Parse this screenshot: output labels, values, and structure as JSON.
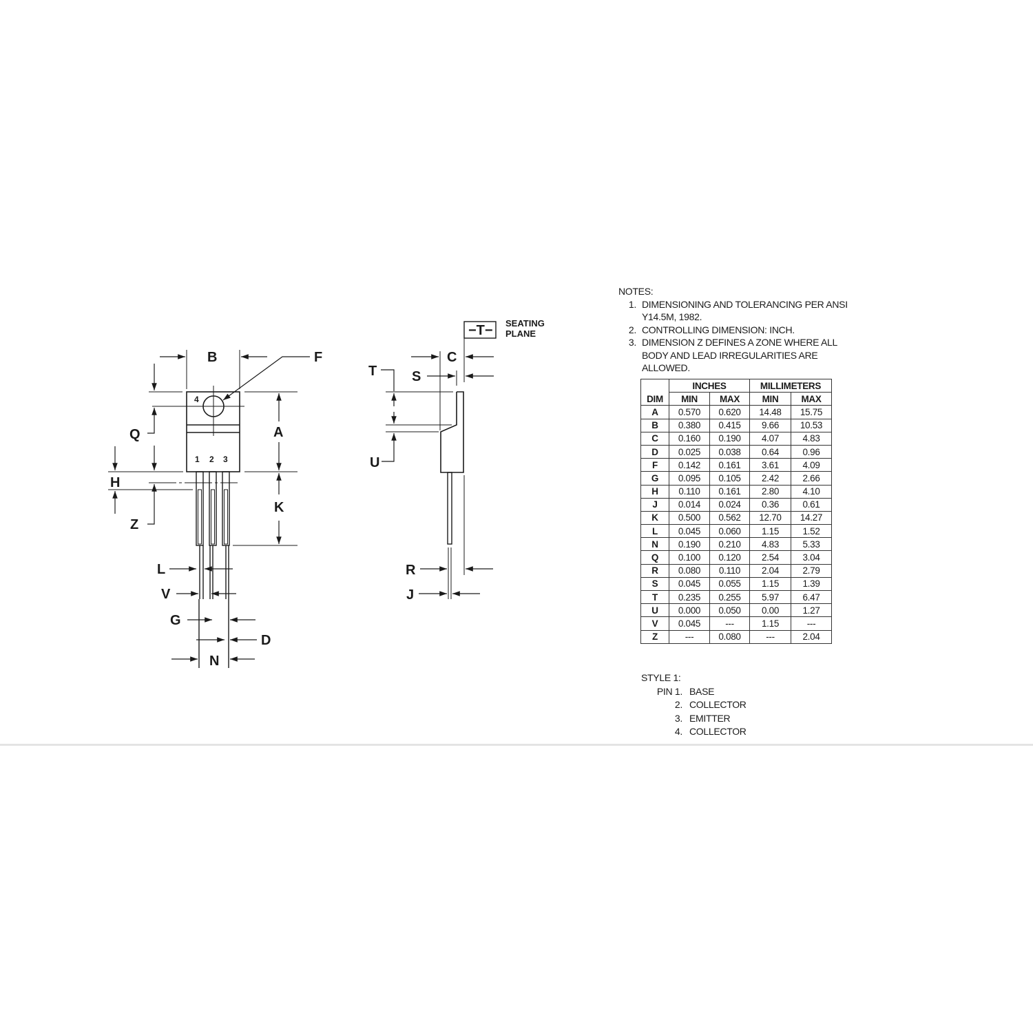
{
  "front_view": {
    "labels": {
      "B": "B",
      "F": "F",
      "Q": "Q",
      "A": "A",
      "H": "H",
      "Z": "Z",
      "K": "K",
      "L": "L",
      "V": "V",
      "G": "G",
      "D": "D",
      "N": "N"
    },
    "tab_pin_label": "4",
    "pin_labels": [
      "1",
      "2",
      "3"
    ]
  },
  "side_view": {
    "labels": {
      "C": "C",
      "S": "S",
      "T": "T",
      "U": "U",
      "R": "R",
      "J": "J"
    },
    "datum_label": "−T−",
    "seating_plane_line1": "SEATING",
    "seating_plane_line2": "PLANE"
  },
  "notes": {
    "title": "NOTES:",
    "items": [
      {
        "num": "1.",
        "lines": [
          "DIMENSIONING AND TOLERANCING PER ANSI",
          "Y14.5M, 1982."
        ]
      },
      {
        "num": "2.",
        "lines": [
          "CONTROLLING DIMENSION: INCH."
        ]
      },
      {
        "num": "3.",
        "lines": [
          "DIMENSION Z DEFINES A ZONE WHERE ALL",
          "BODY AND LEAD IRREGULARITIES ARE",
          "ALLOWED."
        ]
      }
    ]
  },
  "table": {
    "group_headers": {
      "inches": "INCHES",
      "millimeters": "MILLIMETERS"
    },
    "columns": [
      "DIM",
      "MIN",
      "MAX",
      "MIN",
      "MAX"
    ],
    "rows": [
      [
        "A",
        "0.570",
        "0.620",
        "14.48",
        "15.75"
      ],
      [
        "B",
        "0.380",
        "0.415",
        "9.66",
        "10.53"
      ],
      [
        "C",
        "0.160",
        "0.190",
        "4.07",
        "4.83"
      ],
      [
        "D",
        "0.025",
        "0.038",
        "0.64",
        "0.96"
      ],
      [
        "F",
        "0.142",
        "0.161",
        "3.61",
        "4.09"
      ],
      [
        "G",
        "0.095",
        "0.105",
        "2.42",
        "2.66"
      ],
      [
        "H",
        "0.110",
        "0.161",
        "2.80",
        "4.10"
      ],
      [
        "J",
        "0.014",
        "0.024",
        "0.36",
        "0.61"
      ],
      [
        "K",
        "0.500",
        "0.562",
        "12.70",
        "14.27"
      ],
      [
        "L",
        "0.045",
        "0.060",
        "1.15",
        "1.52"
      ],
      [
        "N",
        "0.190",
        "0.210",
        "4.83",
        "5.33"
      ],
      [
        "Q",
        "0.100",
        "0.120",
        "2.54",
        "3.04"
      ],
      [
        "R",
        "0.080",
        "0.110",
        "2.04",
        "2.79"
      ],
      [
        "S",
        "0.045",
        "0.055",
        "1.15",
        "1.39"
      ],
      [
        "T",
        "0.235",
        "0.255",
        "5.97",
        "6.47"
      ],
      [
        "U",
        "0.000",
        "0.050",
        "0.00",
        "1.27"
      ],
      [
        "V",
        "0.045",
        "---",
        "1.15",
        "---"
      ],
      [
        "Z",
        "---",
        "0.080",
        "---",
        "2.04"
      ]
    ]
  },
  "style": {
    "title": "STYLE 1:",
    "pins": [
      {
        "num": "PIN 1.",
        "name": "BASE"
      },
      {
        "num": "2.",
        "name": "COLLECTOR"
      },
      {
        "num": "3.",
        "name": "EMITTER"
      },
      {
        "num": "4.",
        "name": "COLLECTOR"
      }
    ]
  }
}
